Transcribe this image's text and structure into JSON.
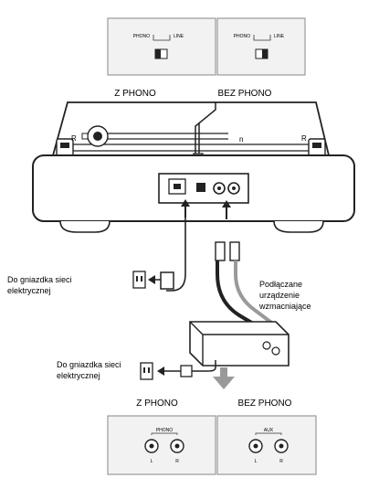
{
  "top_panels": [
    {
      "switch_label_left": "PHONO",
      "switch_label_right": "LINE",
      "caption": "Z PHONO"
    },
    {
      "switch_label_left": "PHONO",
      "switch_label_right": "LINE",
      "caption": "BEZ PHONO"
    }
  ],
  "outlet_label_1": [
    "Do gniazdka sieci",
    "elektrycznej"
  ],
  "outlet_label_2": [
    "Do gniazdka sieci",
    "elektrycznej"
  ],
  "amplifier_label": [
    "Podłączane",
    "urządzenie",
    "wzmacniające"
  ],
  "bottom_panels": [
    {
      "caption": "Z PHONO",
      "jack_title": "PHONO",
      "left_label": "L",
      "right_label": "R"
    },
    {
      "caption": "BEZ PHONO",
      "jack_title": "AUX",
      "left_label": "L",
      "right_label": "R"
    }
  ],
  "turntable_marks": {
    "top_left": "R",
    "center": "n",
    "right": "R"
  },
  "colors": {
    "line": "#222222",
    "panel_bg": "#f2f2f2",
    "panel_border": "#9a9a9a",
    "cable_gray": "#9a9a9a"
  }
}
